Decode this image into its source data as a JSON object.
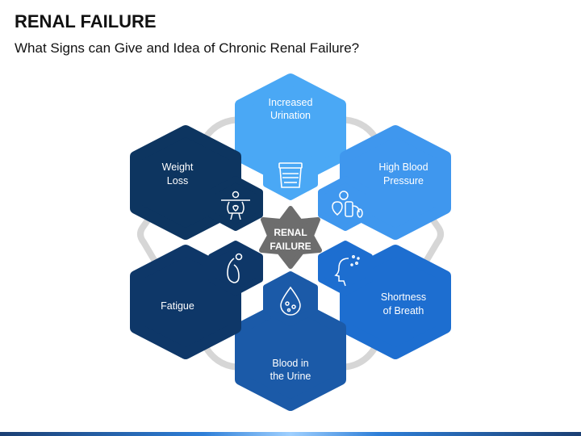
{
  "header": {
    "title": "RENAL FAILURE",
    "subtitle": "What Signs can Give and Idea of Chronic Renal Failure?"
  },
  "center": {
    "line1": "RENAL",
    "line2": "FAILURE",
    "color": "#6d6d6d"
  },
  "symptoms": [
    {
      "line1": "Increased",
      "line2": "Urination",
      "color": "#4aa8f5",
      "icon": "urine-container-icon"
    },
    {
      "line1": "High Blood",
      "line2": "Pressure",
      "color": "#3f97ee",
      "icon": "blood-pressure-monitor-icon"
    },
    {
      "line1": "Shortness",
      "line2": "of Breath",
      "color": "#1d6ed0",
      "icon": "breathing-face-icon"
    },
    {
      "line1": "Blood in",
      "line2": "the Urine",
      "color": "#1b5aa8",
      "icon": "blood-drop-icon"
    },
    {
      "line1": "Fatigue",
      "line2": "",
      "color": "#0e3768",
      "icon": "fatigued-person-icon"
    },
    {
      "line1": "Weight",
      "line2": "Loss",
      "color": "#0d3560",
      "icon": "weight-loss-body-icon"
    }
  ]
}
